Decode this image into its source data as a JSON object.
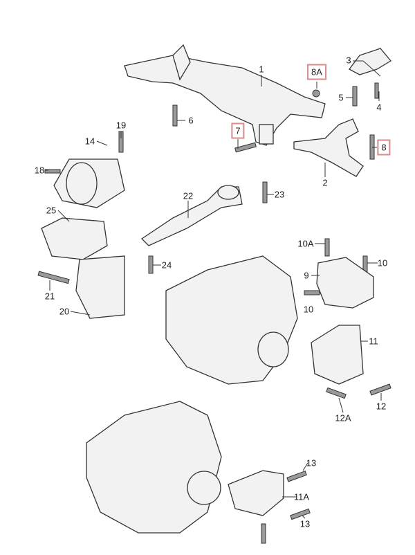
{
  "callouts": {
    "c1": "1",
    "c8A": "8A",
    "c3": "3",
    "c5": "5",
    "c4": "4",
    "c6": "6",
    "c7": "7",
    "c8": "8",
    "c2": "2",
    "c19": "19",
    "c14": "14",
    "c18": "18",
    "c22": "22",
    "c23": "23",
    "c25": "25",
    "c10A": "10A",
    "c10a": "10",
    "c24": "24",
    "c9": "9",
    "c21": "21",
    "c10b": "10",
    "c20": "20",
    "c11": "11",
    "c12": "12",
    "c12A": "12A",
    "c13a": "13",
    "c11A": "11A",
    "c13b": "13"
  },
  "highlight_color": "#d98a8a"
}
